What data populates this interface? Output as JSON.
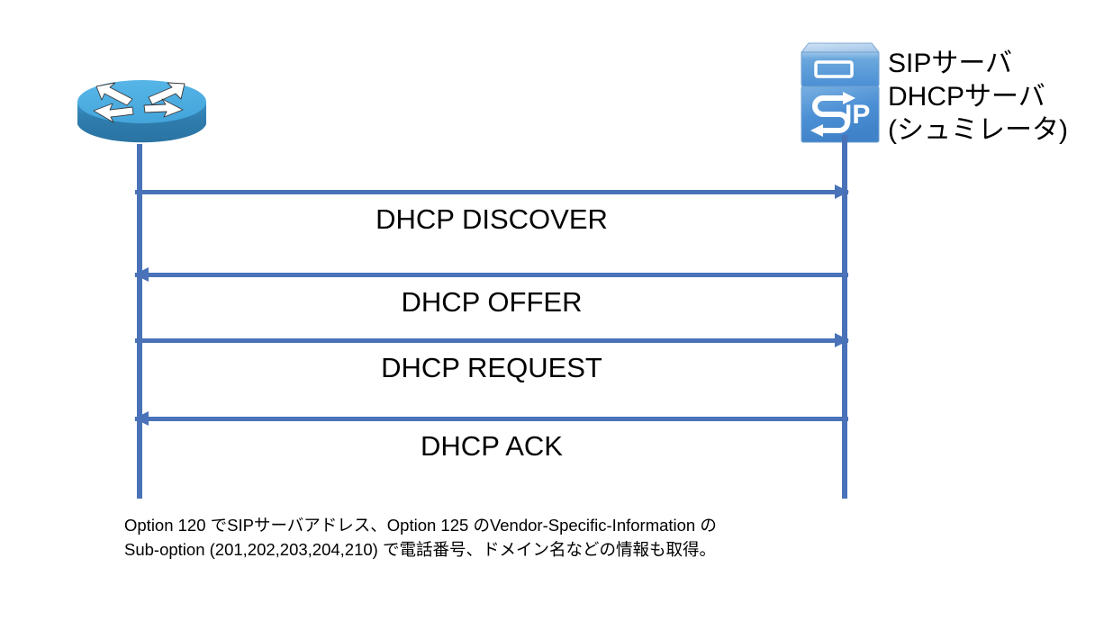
{
  "diagram": {
    "title": "DHCP sequence between router and SIP/DHCP server",
    "actors": {
      "left": {
        "icon": "router-icon",
        "label": ""
      },
      "right": {
        "icon": "server-icon",
        "icon_text": "SIP",
        "label_lines": [
          "SIPサーバ",
          "DHCPサーバ",
          "(シュミレータ)"
        ]
      }
    },
    "messages": [
      {
        "label": "DHCP DISCOVER",
        "direction": "to-right"
      },
      {
        "label": "DHCP OFFER",
        "direction": "to-left"
      },
      {
        "label": "DHCP REQUEST",
        "direction": "to-right"
      },
      {
        "label": "DHCP ACK",
        "direction": "to-left"
      }
    ],
    "note_lines": [
      "Option 120 でSIPサーバアドレス、Option 125 のVendor-Specific-Information の",
      "Sub-option (201,202,203,204,210) で電話番号、ドメイン名などの情報も取得。"
    ],
    "colors": {
      "line": "#4a72b8",
      "router_top": "#4bace0",
      "router_body": "#2e7cad",
      "server_blue": "#4b8fd4",
      "text": "#000000",
      "background": "#ffffff"
    }
  }
}
